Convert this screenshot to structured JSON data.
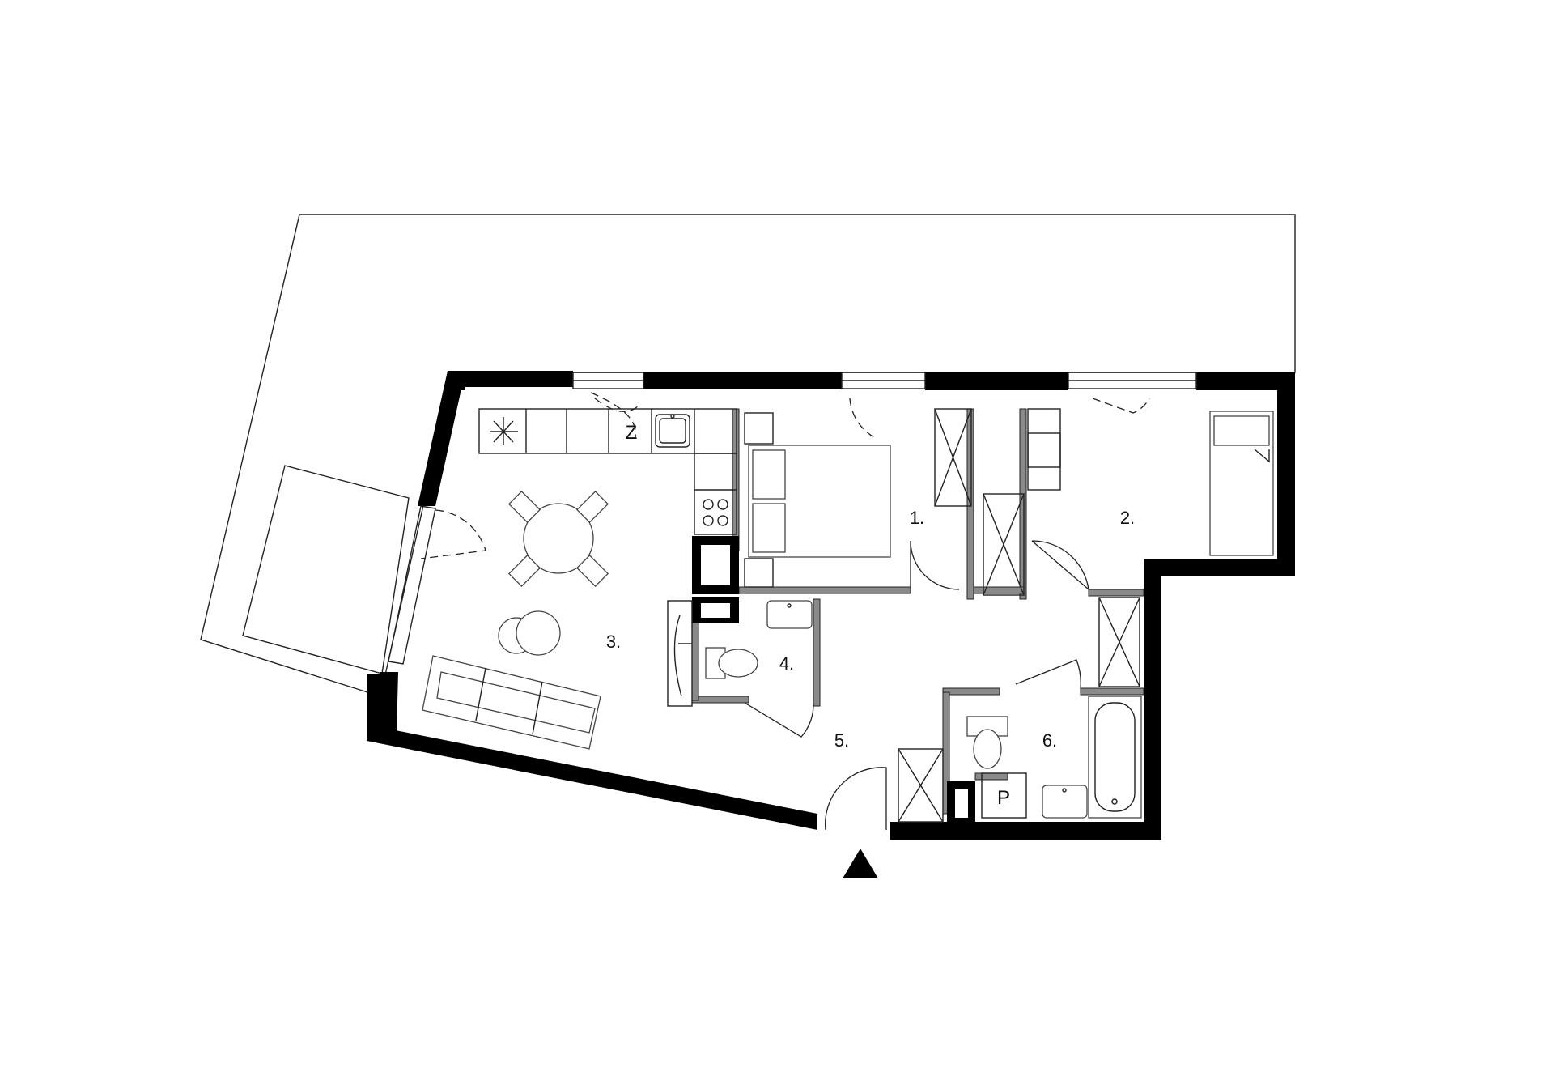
{
  "rooms": [
    {
      "id": "room-1",
      "label": "1."
    },
    {
      "id": "room-2",
      "label": "2."
    },
    {
      "id": "room-3",
      "label": "3."
    },
    {
      "id": "room-4",
      "label": "4."
    },
    {
      "id": "room-5",
      "label": "5."
    },
    {
      "id": "room-6",
      "label": "6."
    }
  ],
  "marks": {
    "fridge": "Z",
    "boiler": "P"
  },
  "icons": {
    "entrance": "entrance-arrow-icon",
    "dining": "dining-table-icon",
    "sofa": "sofa-icon",
    "bed": "bed-icon",
    "toilet": "toilet-icon",
    "bathtub": "bathtub-icon",
    "sink": "sink-icon",
    "stove": "stove-icon"
  },
  "colors": {
    "wall": "#000000",
    "partition": "#8a8a8a",
    "background": "#ffffff"
  }
}
